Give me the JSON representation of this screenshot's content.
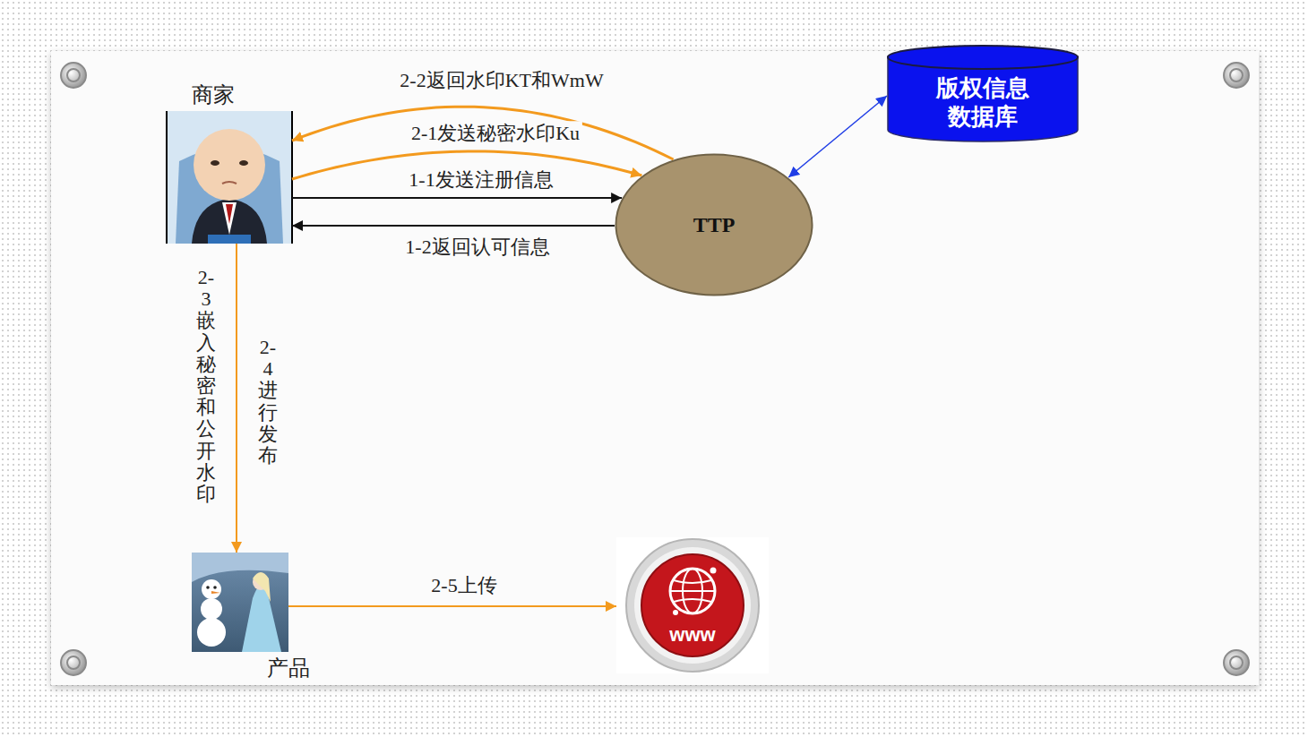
{
  "diagram": {
    "nodes": [
      {
        "text": [
          "商家"
        ]
      },
      {
        "text": [
          "TTP"
        ]
      },
      {
        "text": [
          "版权信息 数据库"
        ]
      },
      {
        "text": [
          "产品"
        ]
      },
      {
        "text": [
          "www"
        ]
      }
    ],
    "edges": [
      {
        "from": 0,
        "to": 1,
        "arrow": "to",
        "label": "1-1发送注册信息"
      },
      {
        "from": 1,
        "to": 0,
        "arrow": "to",
        "label": "1-2返回认可信息"
      },
      {
        "from": 0,
        "to": 1,
        "arrow": "to",
        "label": "2-1发送秘密水印Ku"
      },
      {
        "from": 1,
        "to": 0,
        "arrow": "to",
        "label": "2-2返回水印KT和WmW"
      },
      {
        "from": 1,
        "to": 2,
        "arrow": "both"
      },
      {
        "from": 0,
        "to": 3,
        "arrow": "to",
        "label": "2-3嵌入秘密和公开水印"
      },
      {
        "from": 3,
        "to": 4,
        "arrow": "to",
        "label": "2-5上传"
      }
    ],
    "labels": [
      "2-4进行发布"
    ]
  }
}
